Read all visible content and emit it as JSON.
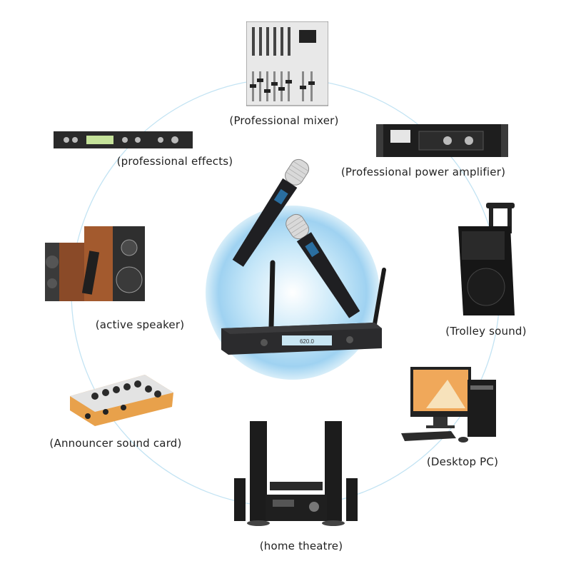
{
  "center_product": {
    "name": "wireless-microphone-system",
    "receiver_display_text": "620.0"
  },
  "devices": [
    {
      "id": "mixer",
      "label": "(Professional mixer)"
    },
    {
      "id": "power-amp",
      "label": "(Professional power amplifier)"
    },
    {
      "id": "trolley",
      "label": "(Trolley sound)"
    },
    {
      "id": "pc",
      "label": "(Desktop PC)"
    },
    {
      "id": "home-theatre",
      "label": "(home theatre)"
    },
    {
      "id": "sound-card",
      "label": "(Announcer sound card)"
    },
    {
      "id": "active-speaker",
      "label": "(active speaker)"
    },
    {
      "id": "effects",
      "label": "(professional effects)"
    }
  ],
  "colors": {
    "ring": "#a9d8ee",
    "glow": "#9dd3f2",
    "brand_orange": "#e07a22"
  }
}
